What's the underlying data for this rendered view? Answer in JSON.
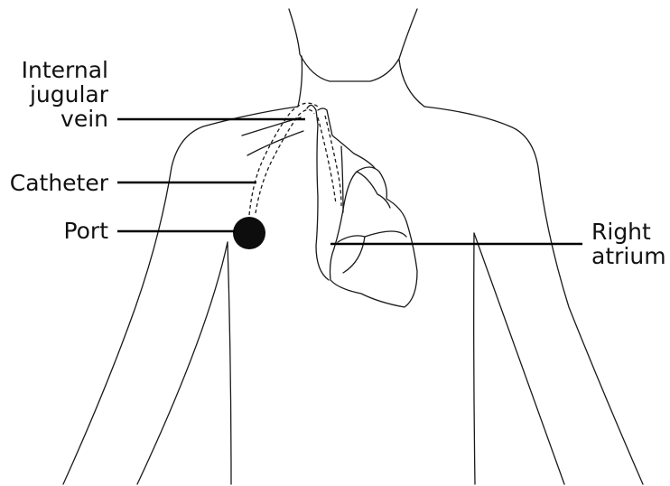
{
  "labels": {
    "internal_jugular_vein": "Internal\njugular\nvein",
    "catheter": "Catheter",
    "port": "Port",
    "right_atrium": "Right\natrium"
  },
  "colors": {
    "outline": "#1a1a1a",
    "leader": "#000000",
    "port_fill": "#0d0d0d",
    "background": "#ffffff"
  }
}
